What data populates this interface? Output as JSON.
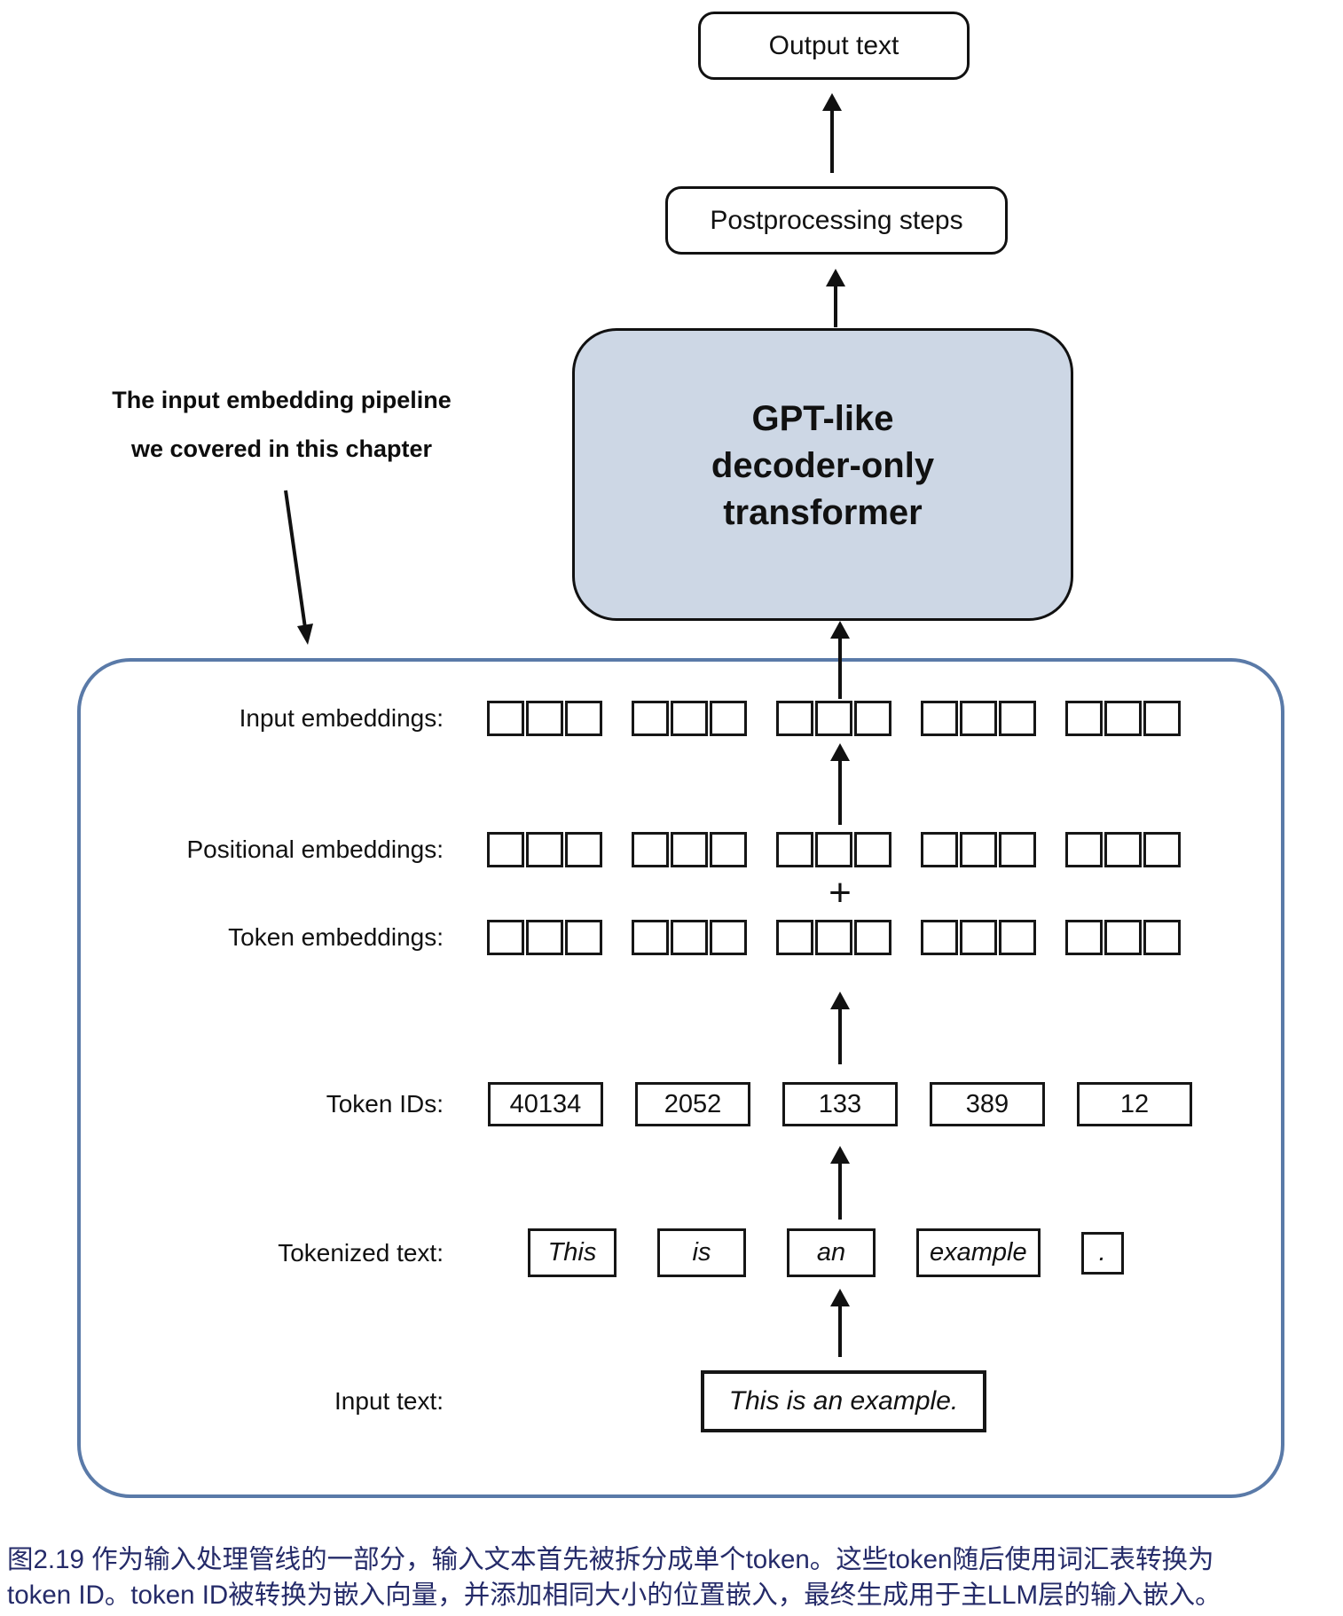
{
  "figure": {
    "output_box": "Output text",
    "postprocessing_box": "Postprocessing steps",
    "transformer_lines": [
      "GPT-like",
      "decoder-only",
      "transformer"
    ],
    "annotation_line1": "The input embedding pipeline",
    "annotation_line2": "we covered in this chapter",
    "labels": {
      "input_embeddings": "Input embeddings:",
      "positional_embeddings": "Positional embeddings:",
      "token_embeddings": "Token embeddings:",
      "token_ids": "Token IDs:",
      "tokenized_text": "Tokenized text:",
      "input_text": "Input text:"
    },
    "plus_sign": "+",
    "token_ids": [
      "40134",
      "2052",
      "133",
      "389",
      "12"
    ],
    "tokens": [
      "This",
      "is",
      "an",
      "example",
      "."
    ],
    "input_text": "This is an example.",
    "embedding_groups_per_row": 5,
    "cells_per_group": 3
  },
  "caption": {
    "line1": "图2.19 作为输入处理管线的一部分，输入文本首先被拆分成单个token。这些token随后使用词汇表转换为",
    "line2": "token ID。token ID被转换为嵌入向量，并添加相同大小的位置嵌入，最终生成用于主LLM层的输入嵌入。"
  },
  "colors": {
    "transformer_fill": "#cdd7e5",
    "container_border": "#5a7aa8",
    "ink": "#111111",
    "caption_text": "#252b69"
  }
}
